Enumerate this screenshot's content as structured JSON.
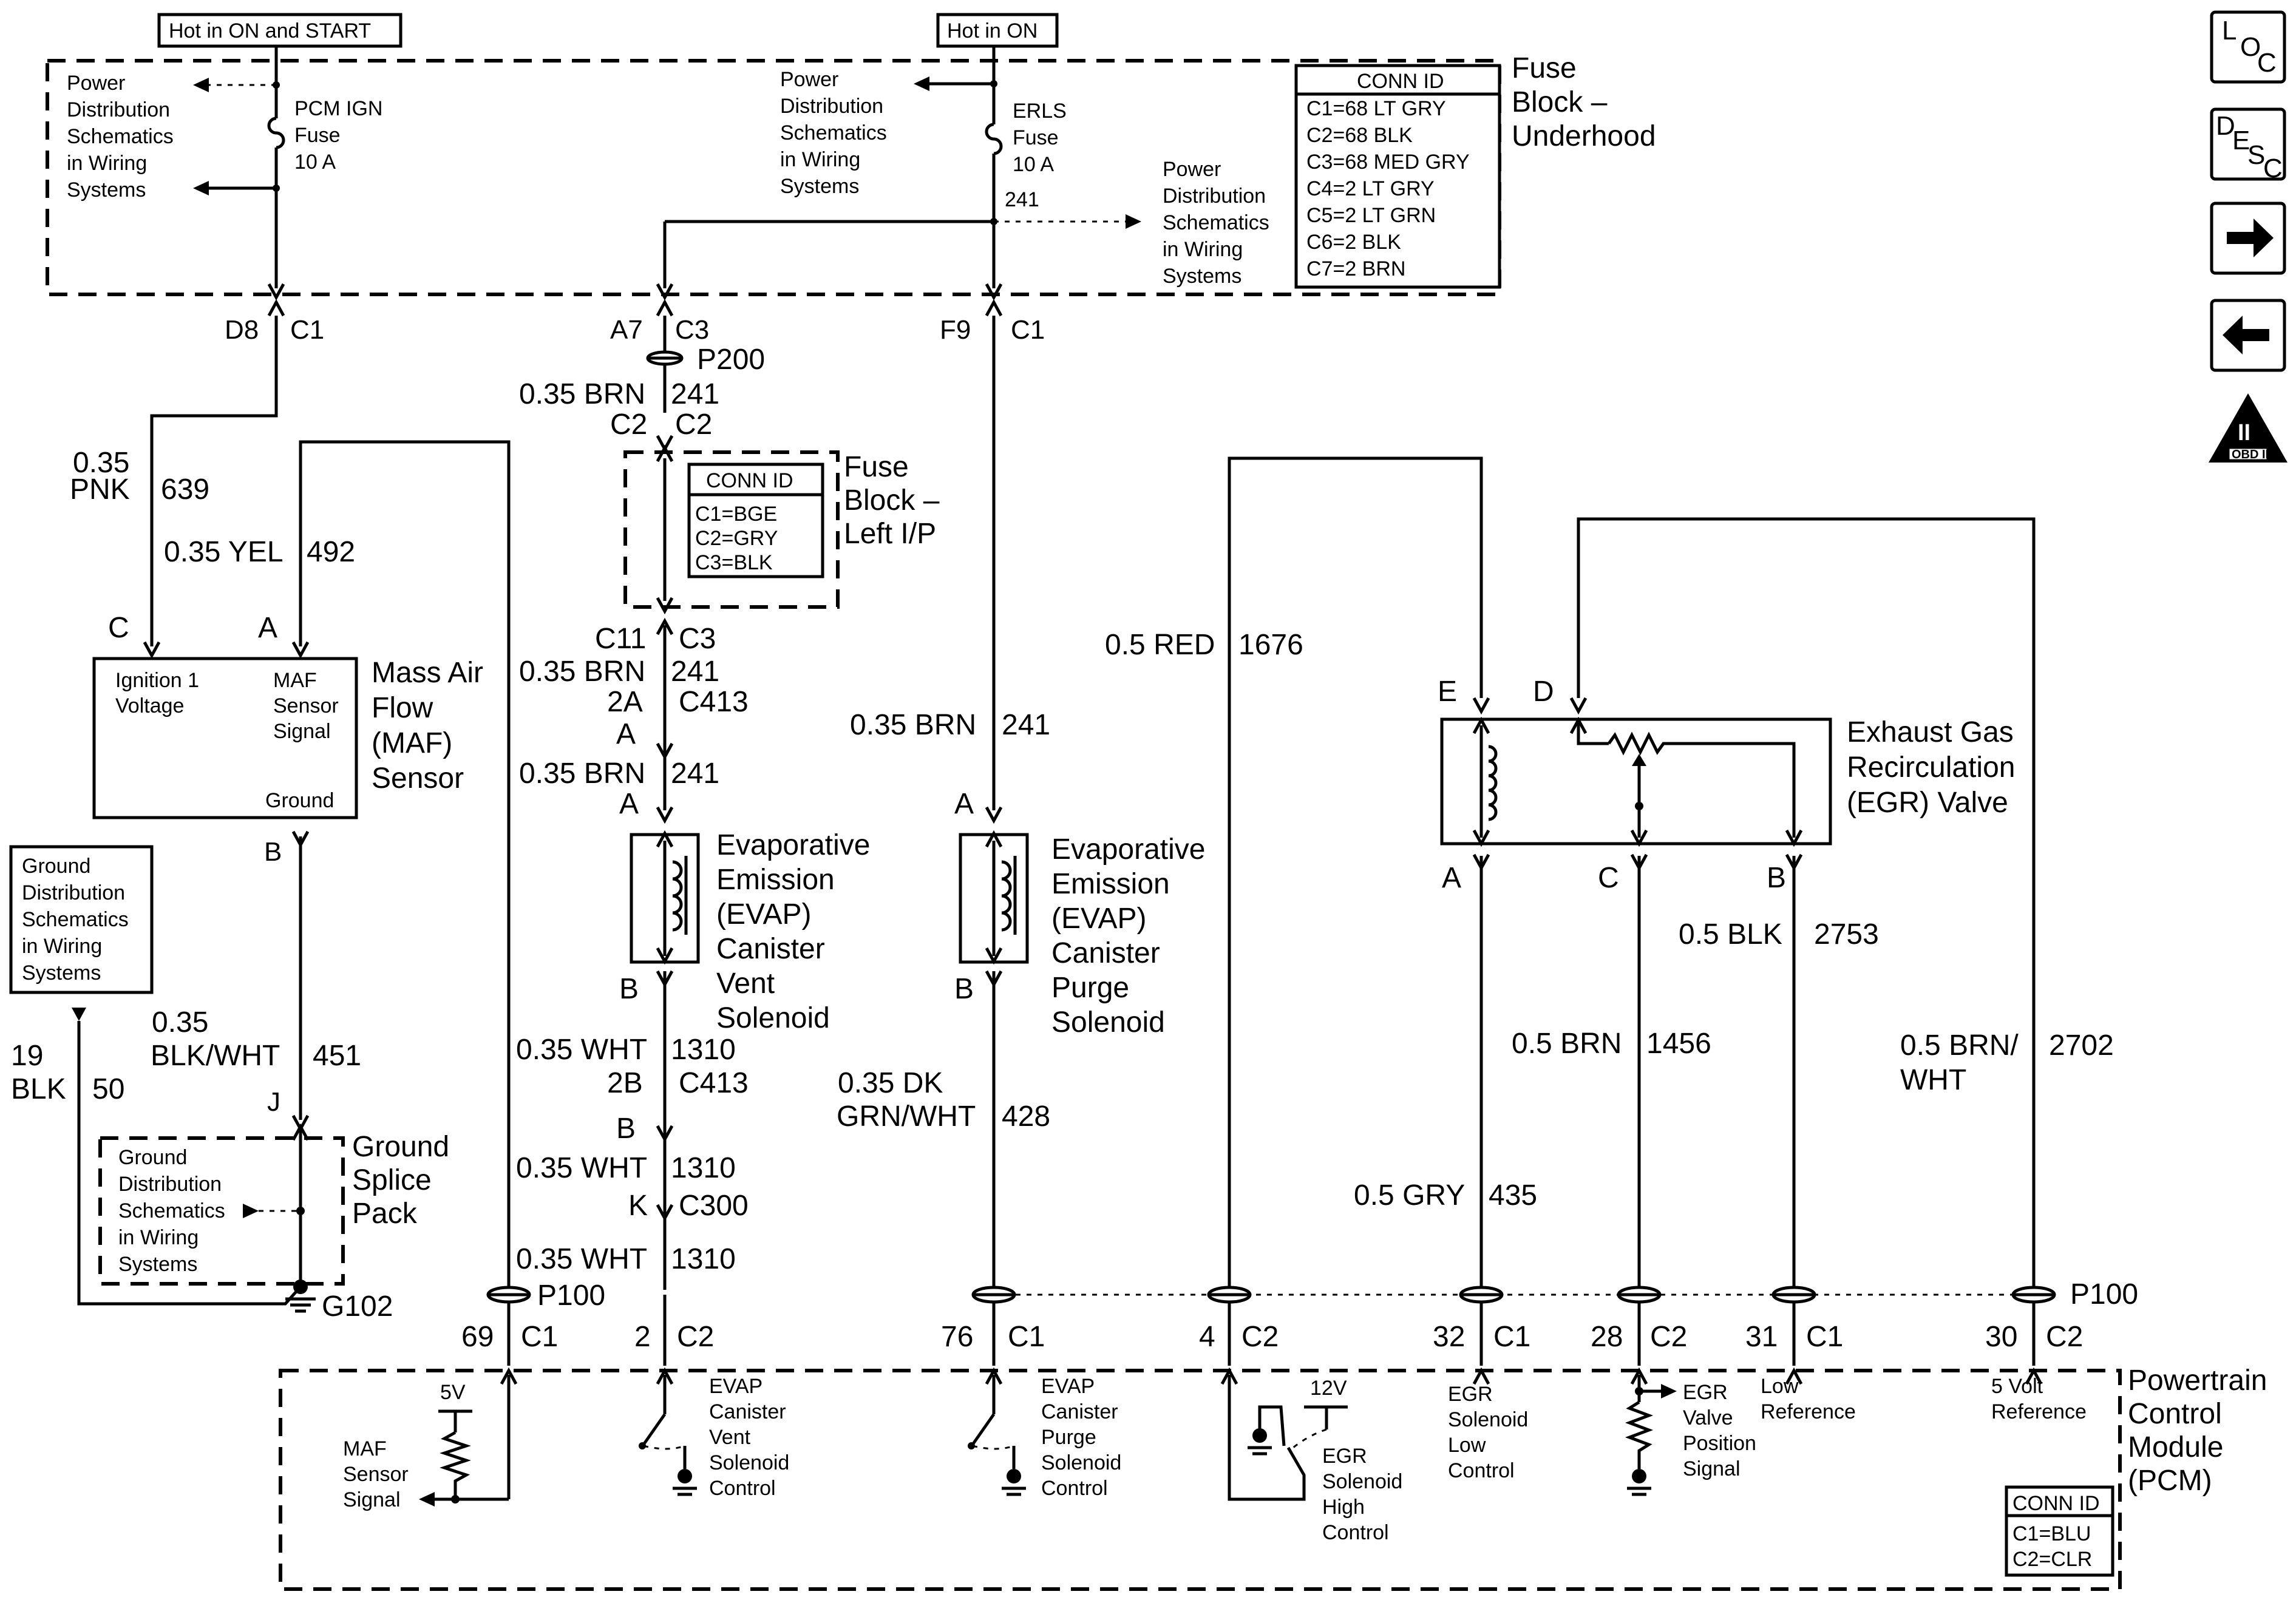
{
  "fuse_block_underhood": {
    "title_lines": [
      "Fuse",
      "Block –",
      "Underhood"
    ],
    "hot_on_start": "Hot in ON and START",
    "hot_on": "Hot in ON",
    "pcm_ign_fuse": [
      "PCM IGN",
      "Fuse",
      "10 A"
    ],
    "erls_fuse": [
      "ERLS",
      "Fuse",
      "10 A"
    ],
    "power_dist_left": [
      "Power",
      "Distribution",
      "Schematics",
      "in Wiring",
      "Systems"
    ],
    "power_dist_mid": [
      "Power",
      "Distribution",
      "Schematics",
      "in Wiring",
      "Systems"
    ],
    "power_dist_right": [
      "Power",
      "Distribution",
      "Schematics",
      "in Wiring",
      "Systems"
    ],
    "circuit_241": "241",
    "conn_id": {
      "header": "CONN ID",
      "rows": [
        "C1=68 LT GRY",
        "C2=68 BLK",
        "C3=68 MED GRY",
        "C4=2 LT GRY",
        "C5=2 LT GRN",
        "C6=2 BLK",
        "C7=2 BRN"
      ]
    }
  },
  "connector_pins": {
    "d8": "D8",
    "c1a": "C1",
    "a7": "A7",
    "c3a": "C3",
    "f9": "F9",
    "c1b": "C1",
    "p200": "P200"
  },
  "wires": {
    "pnk_size": "0.35",
    "pnk_color": "PNK",
    "pnk_num": "639",
    "yel": "0.35 YEL",
    "yel_num": "492",
    "brn_a": "0.35 BRN",
    "brn_a_num": "241",
    "c2c2": [
      "C2",
      "C2"
    ],
    "c11": "C11",
    "c3b": "C3",
    "brn_b": "0.35 BRN",
    "brn_b_num": "241",
    "p2a": "2A",
    "c413a": "C413",
    "pa": "A",
    "brn_c": "0.35 BRN",
    "brn_c_num": "241",
    "brn_d": "0.35 BRN",
    "brn_d_num": "241",
    "red": "0.5 RED",
    "red_num": "1676",
    "blkwht_size": "0.35",
    "blkwht_color": "BLK/WHT",
    "blkwht_num": "451",
    "blk19_size": "19",
    "blk19_color": "BLK",
    "blk19_num": "50",
    "wht_a": "0.35 WHT",
    "wht_a_num": "1310",
    "p2b": "2B",
    "c413b": "C413",
    "pb": "B",
    "wht_b": "0.35 WHT",
    "wht_b_num": "1310",
    "pk": "K",
    "c300": "C300",
    "wht_c": "0.35 WHT",
    "wht_c_num": "1310",
    "dkgrn_1": "0.35 DK",
    "dkgrn_2": "GRN/WHT",
    "dkgrn_num": "428",
    "blk_b": "0.5 BLK",
    "blk_b_num": "2753",
    "brn_e": "0.5 BRN",
    "brn_e_num": "1456",
    "gry": "0.5 GRY",
    "gry_num": "435",
    "brnwht_1": "0.5 BRN/",
    "brnwht_2": "WHT",
    "brnwht_num": "2702"
  },
  "fuse_block_left": {
    "title_lines": [
      "Fuse",
      "Block –",
      "Left I/P"
    ],
    "conn_id": {
      "header": "CONN ID",
      "rows": [
        "C1=BGE",
        "C2=GRY",
        "C3=BLK"
      ]
    }
  },
  "maf_sensor": {
    "title_lines": [
      "Mass Air",
      "Flow",
      "(MAF)",
      "Sensor"
    ],
    "pin_c": "C",
    "pin_a": "A",
    "pin_b": "B",
    "ign": [
      "Ignition 1",
      "Voltage"
    ],
    "sig": [
      "MAF",
      "Sensor",
      "Signal"
    ],
    "gnd": "Ground"
  },
  "ground_distribution": {
    "box_lines": [
      "Ground",
      "Distribution",
      "Schematics",
      "in Wiring",
      "Systems"
    ],
    "splice_title": [
      "Ground",
      "Splice",
      "Pack"
    ],
    "splice_inner": [
      "Ground",
      "Distribution",
      "Schematics",
      "in Wiring",
      "Systems"
    ],
    "pin_j": "J",
    "g102": "G102"
  },
  "evap_vent": {
    "title_lines": [
      "Evaporative",
      "Emission",
      "(EVAP)",
      "Canister",
      "Vent",
      "Solenoid"
    ],
    "pin_a": "A",
    "pin_b": "B"
  },
  "evap_purge": {
    "title_lines": [
      "Evaporative",
      "Emission",
      "(EVAP)",
      "Canister",
      "Purge",
      "Solenoid"
    ],
    "pin_a": "A",
    "pin_b": "B"
  },
  "egr_valve": {
    "title_lines": [
      "Exhaust Gas",
      "Recirculation",
      "(EGR) Valve"
    ],
    "pin_e": "E",
    "pin_d": "D",
    "pin_a": "A",
    "pin_c": "C",
    "pin_b": "B"
  },
  "p100": {
    "left": "P100",
    "right": "P100"
  },
  "pcm_pins": [
    {
      "num": "69",
      "conn": "C1"
    },
    {
      "num": "2",
      "conn": "C2"
    },
    {
      "num": "76",
      "conn": "C1"
    },
    {
      "num": "4",
      "conn": "C2"
    },
    {
      "num": "32",
      "conn": "C1"
    },
    {
      "num": "28",
      "conn": "C2"
    },
    {
      "num": "31",
      "conn": "C1"
    },
    {
      "num": "30",
      "conn": "C2"
    }
  ],
  "pcm": {
    "title_lines": [
      "Powertrain",
      "Control",
      "Module",
      "(PCM)"
    ],
    "v5": "5V",
    "v12": "12V",
    "maf_sig": [
      "MAF",
      "Sensor",
      "Signal"
    ],
    "evap_vent_ctl": [
      "EVAP",
      "Canister",
      "Vent",
      "Solenoid",
      "Control"
    ],
    "evap_purge_ctl": [
      "EVAP",
      "Canister",
      "Purge",
      "Solenoid",
      "Control"
    ],
    "egr_high": [
      "EGR",
      "Solenoid",
      "High",
      "Control"
    ],
    "egr_low": [
      "EGR",
      "Solenoid",
      "Low",
      "Control"
    ],
    "egr_pos": [
      "EGR",
      "Valve",
      "Position",
      "Signal"
    ],
    "low_ref": [
      "Low",
      "Reference"
    ],
    "ref5": [
      "5 Volt",
      "Reference"
    ],
    "conn_id": {
      "header": "CONN ID",
      "rows": [
        "C1=BLU",
        "C2=CLR"
      ]
    }
  },
  "nav": {
    "loc": [
      "L",
      "O",
      "C"
    ],
    "desc": [
      "D",
      "E",
      "S",
      "C"
    ],
    "obd_numeral": "II",
    "obd_label": "OBD II",
    "icons": [
      "loc-icon",
      "desc-icon",
      "arrow-right-icon",
      "arrow-left-icon",
      "obd-ii-icon"
    ]
  }
}
